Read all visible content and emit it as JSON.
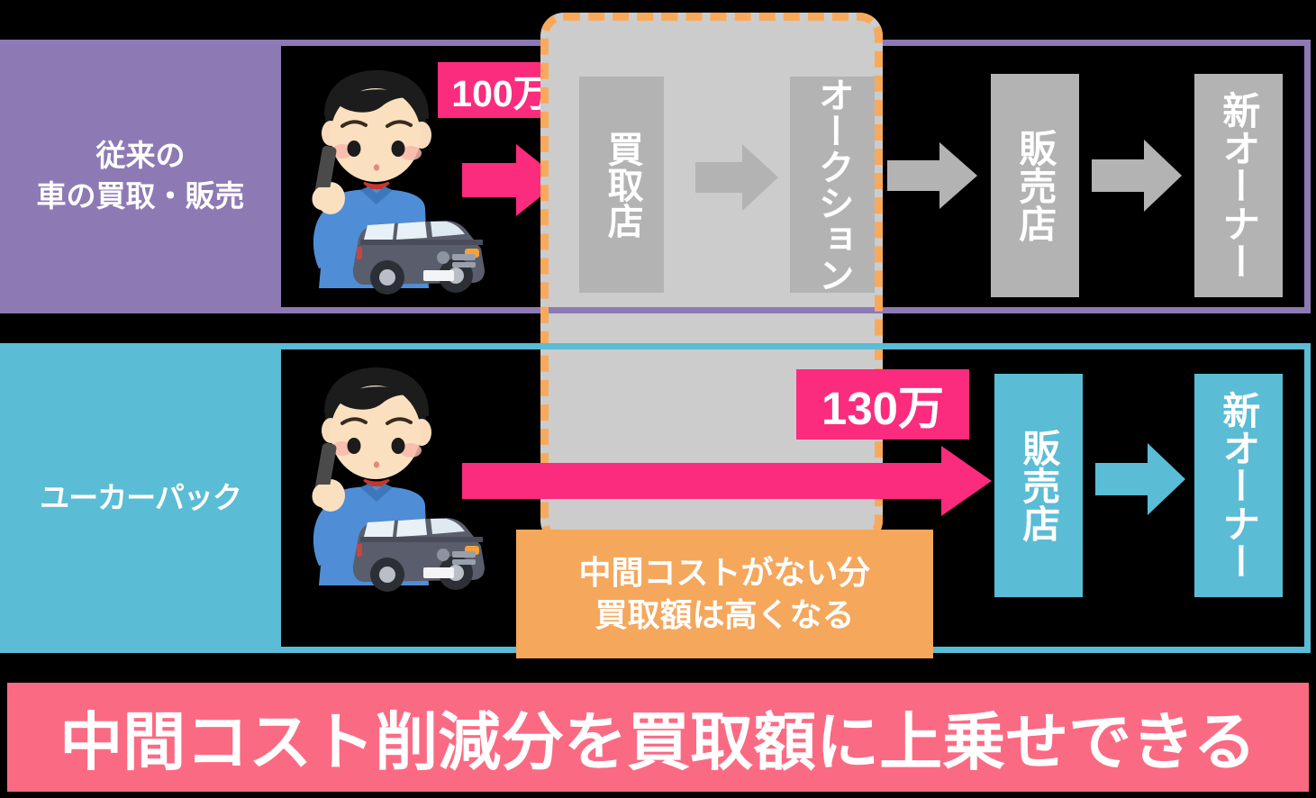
{
  "diagram": {
    "rows": [
      {
        "id": "conventional",
        "label": "従来の\n車の買取・販売",
        "label_line1": "従来の",
        "label_line2": "車の買取・販売",
        "accent_color": "#8d7ab5",
        "price_badge": "100万",
        "steps": [
          "買取店",
          "オークション",
          "販売店",
          "新オーナー"
        ]
      },
      {
        "id": "ucarpac",
        "label": "ユーカーパック",
        "accent_color": "#5bbcd5",
        "price_badge": "130万",
        "steps": [
          "販売店",
          "新オーナー"
        ]
      }
    ],
    "middle_panel": {
      "note_line1": "中間コストがない分",
      "note_line2": "買取額は高くなる",
      "dash_color": "#f5a75c",
      "panel_color": "#cccccc"
    },
    "boxes": {
      "kaitoriten": "買取店",
      "auction": "オークション",
      "hanbaiten": "販売店",
      "newowner": "新オーナー"
    },
    "bottom_banner": {
      "text": "中間コスト削減分を買取額に上乗せできる",
      "background": "#fb6a83"
    },
    "colors": {
      "pink_accent": "#fb2b7d",
      "purple": "#8d7ab5",
      "teal": "#5bbcd5",
      "orange": "#f5a75c",
      "gray_box": "#b3b3b3",
      "gray_panel": "#cccccc",
      "banner_pink": "#fb6a83"
    },
    "illustration": {
      "name": "man-on-phone-with-car",
      "alt": "電話をする男性と車のイラスト"
    }
  }
}
